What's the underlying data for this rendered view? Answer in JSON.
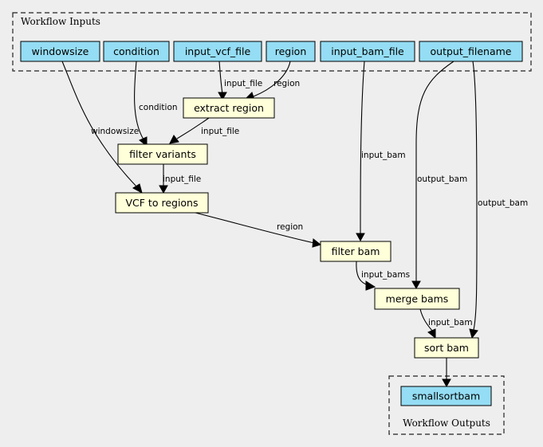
{
  "clusters": {
    "inputs_title": "Workflow Inputs",
    "outputs_title": "Workflow Outputs"
  },
  "inputs": {
    "windowsize": "windowsize",
    "condition": "condition",
    "input_vcf_file": "input_vcf_file",
    "region": "region",
    "input_bam_file": "input_bam_file",
    "output_filename": "output_filename"
  },
  "steps": {
    "extract_region": "extract region",
    "filter_variants": "filter variants",
    "vcf_to_regions": "VCF to regions",
    "filter_bam": "filter bam",
    "merge_bams": "merge bams",
    "sort_bam": "sort bam"
  },
  "outputs": {
    "smallsortbam": "smallsortbam"
  },
  "edge_labels": {
    "vcf_to_extract": "input_file",
    "region_to_extract": "region",
    "condition_to_filter": "condition",
    "extract_to_filter": "input_file",
    "windowsize_to_vcf": "windowsize",
    "filter_to_vcf": "input_file",
    "bam_to_filterbam": "input_bam",
    "vcf_to_filterbam": "region",
    "outname_to_merge": "output_bam",
    "filterbam_to_merge": "input_bams",
    "outname_to_sort": "output_bam",
    "merge_to_sort": "input_bam"
  },
  "colors": {
    "input_fill": "#94ddf4",
    "step_fill": "#ffffd9",
    "background": "#eeeeee"
  }
}
